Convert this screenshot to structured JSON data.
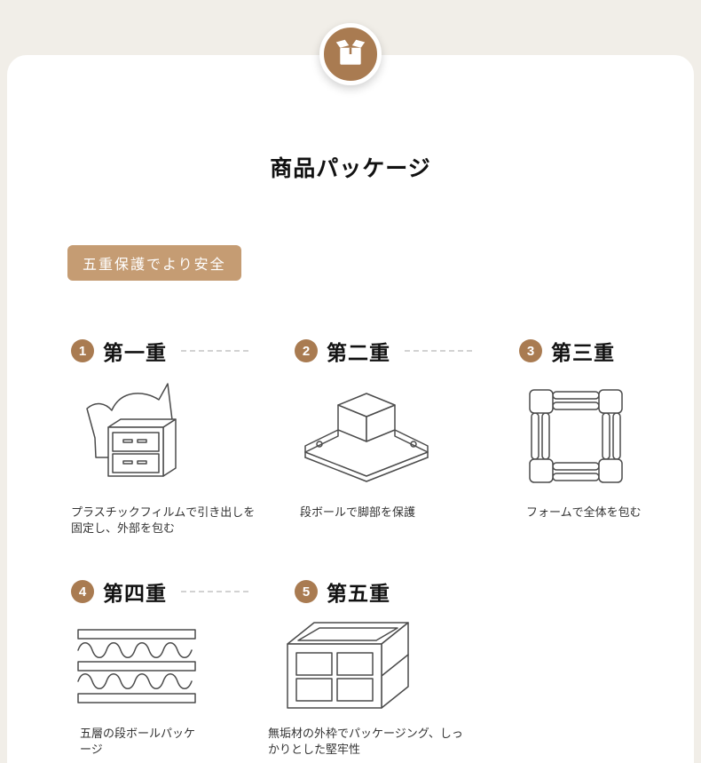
{
  "colors": {
    "page_bg": "#f1eee8",
    "card_bg": "#ffffff",
    "accent": "#a97b51",
    "badge_bg": "#c59c73",
    "dash": "#d2d2d2",
    "ink": "#111111",
    "caption_ink": "#333333",
    "stroke": "#4b4b4b"
  },
  "header": {
    "icon": "package-box-icon",
    "title": "商品パッケージ"
  },
  "badge": {
    "label": "五重保護でより安全"
  },
  "items": [
    {
      "num": "1",
      "title": "第一重",
      "caption": "プラスチックフィルムで引き出しを固定し、外部を包む",
      "icon": "film-wrapped-cabinet-icon"
    },
    {
      "num": "2",
      "title": "第二重",
      "caption": "段ボールで脚部を保護",
      "icon": "cardboard-corner-protector-icon"
    },
    {
      "num": "3",
      "title": "第三重",
      "caption": "フォームで全体を包む",
      "icon": "foam-frame-icon"
    },
    {
      "num": "4",
      "title": "第四重",
      "caption": "五層の段ボールパッケージ",
      "icon": "corrugated-cardboard-icon"
    },
    {
      "num": "5",
      "title": "第五重",
      "caption": "無垢材の外枠でパッケージング、しっかりとした堅牢性",
      "icon": "wooden-crate-icon"
    }
  ]
}
